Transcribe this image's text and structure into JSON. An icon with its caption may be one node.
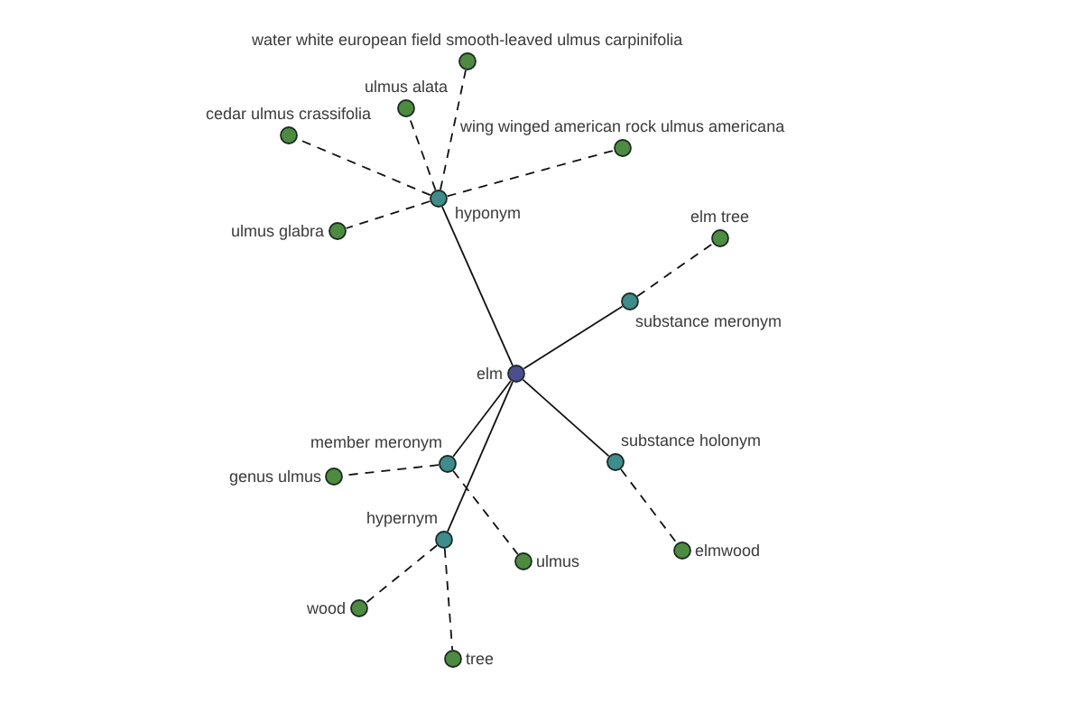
{
  "diagram": {
    "nodes": [
      {
        "text": [
          "water white european field smooth-leaved ulmus carpinifolia"
        ]
      },
      {
        "text": [
          "cedar ulmus crassifolia"
        ]
      },
      {
        "text": [
          "ulmus alata"
        ]
      },
      {
        "text": [
          "wing winged american rock ulmus americana"
        ]
      },
      {
        "text": [
          "hyponym"
        ]
      },
      {
        "text": [
          "ulmus glabra"
        ]
      },
      {
        "text": [
          "elm tree"
        ]
      },
      {
        "text": [
          "substance meronym"
        ]
      },
      {
        "text": [
          "elm"
        ]
      },
      {
        "text": [
          "member meronym"
        ]
      },
      {
        "text": [
          "genus ulmus"
        ]
      },
      {
        "text": [
          "substance holonym"
        ]
      },
      {
        "text": [
          "hypernym"
        ]
      },
      {
        "text": [
          "ulmus"
        ]
      },
      {
        "text": [
          "elmwood"
        ]
      },
      {
        "text": [
          "wood"
        ]
      },
      {
        "text": [
          "tree"
        ]
      }
    ],
    "edges": [
      {
        "from": 8,
        "to": 4,
        "arrow": "none"
      },
      {
        "from": 8,
        "to": 7,
        "arrow": "none"
      },
      {
        "from": 8,
        "to": 9,
        "arrow": "none"
      },
      {
        "from": 8,
        "to": 11,
        "arrow": "none"
      },
      {
        "from": 8,
        "to": 12,
        "arrow": "none"
      },
      {
        "from": 4,
        "to": 0,
        "arrow": "none",
        "style": "dashed"
      },
      {
        "from": 4,
        "to": 1,
        "arrow": "none",
        "style": "dashed"
      },
      {
        "from": 4,
        "to": 2,
        "arrow": "none",
        "style": "dashed"
      },
      {
        "from": 4,
        "to": 3,
        "arrow": "none",
        "style": "dashed"
      },
      {
        "from": 4,
        "to": 5,
        "arrow": "none",
        "style": "dashed"
      },
      {
        "from": 7,
        "to": 6,
        "arrow": "none",
        "style": "dashed"
      },
      {
        "from": 9,
        "to": 10,
        "arrow": "none",
        "style": "dashed"
      },
      {
        "from": 9,
        "to": 13,
        "arrow": "none",
        "style": "dashed"
      },
      {
        "from": 11,
        "to": 14,
        "arrow": "none",
        "style": "dashed"
      },
      {
        "from": 12,
        "to": 15,
        "arrow": "none",
        "style": "dashed"
      },
      {
        "from": 12,
        "to": 16,
        "arrow": "none",
        "style": "dashed"
      }
    ]
  }
}
